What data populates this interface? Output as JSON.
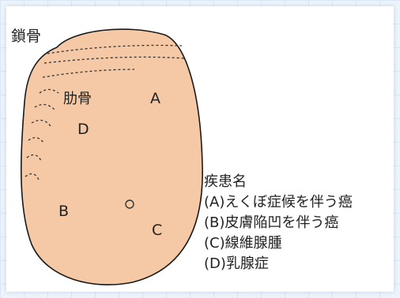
{
  "labels": {
    "clavicle": "鎖骨",
    "rib": "肋骨"
  },
  "regions": {
    "a": "A",
    "b": "B",
    "c": "C",
    "d": "D"
  },
  "legend": {
    "title": "疾患名",
    "items": [
      "(A)えくぼ症候を伴う癌",
      "(B)皮膚陥凹を伴う癌",
      "(C)線維腺腫",
      "(D)乳腺症"
    ]
  },
  "colors": {
    "breast_fill": "#f5c9a5",
    "outline": "#1a1a1a"
  }
}
